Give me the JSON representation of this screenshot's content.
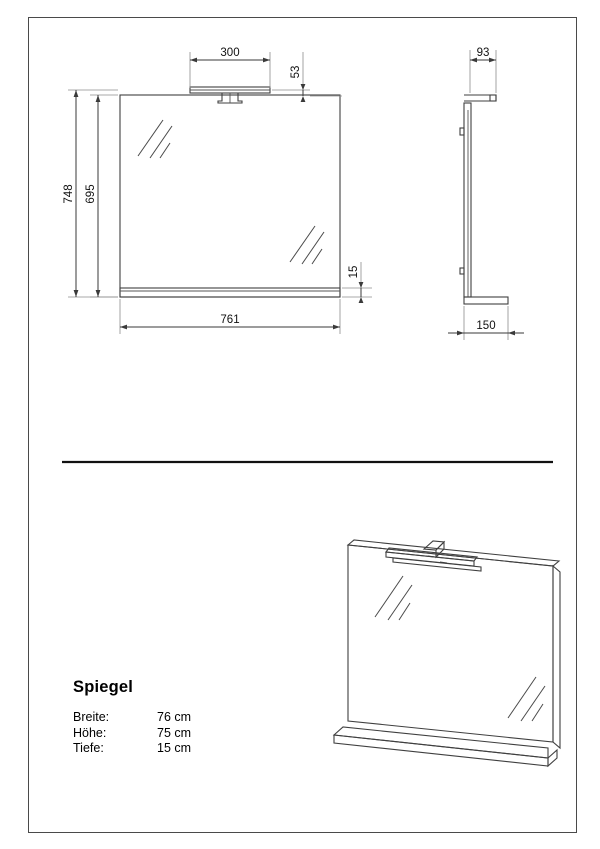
{
  "document": {
    "product_title": "Spiegel",
    "specs": [
      {
        "label": "Breite:",
        "value": "76 cm"
      },
      {
        "label": "Höhe:",
        "value": "75 cm"
      },
      {
        "label": "Tiefe:",
        "value": "15 cm"
      }
    ]
  },
  "drawing": {
    "front_view": {
      "dim_lamp_width": "300",
      "dim_lamp_height": "53",
      "dim_total_height": "748",
      "dim_mirror_height": "695",
      "dim_total_width": "761",
      "dim_shelf_thickness": "15"
    },
    "side_view": {
      "dim_lamp_projection": "93",
      "dim_depth": "150"
    }
  },
  "colors": {
    "line": "#3a3a3a",
    "thin_line": "#8c8c8c",
    "frame": "#4a4a4a",
    "divider": "#111111",
    "background": "#ffffff"
  }
}
